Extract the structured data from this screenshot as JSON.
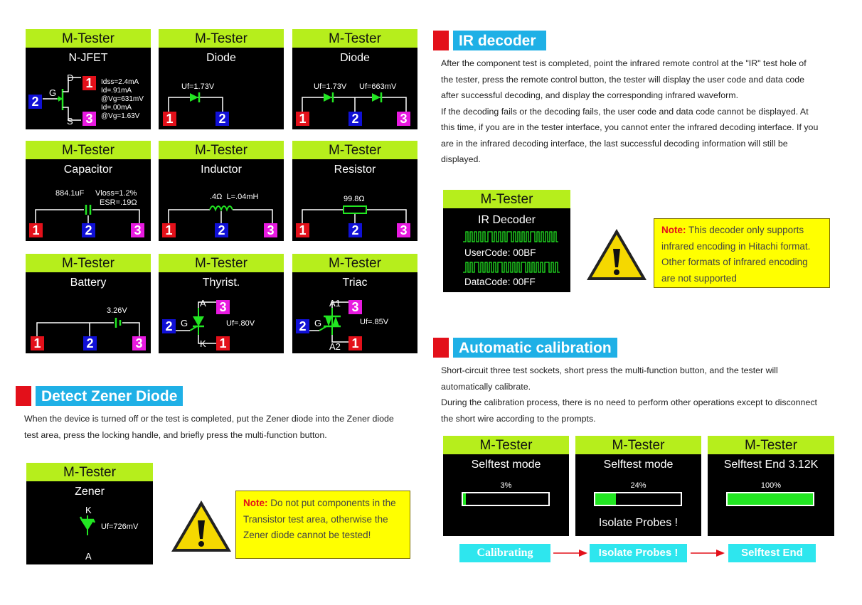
{
  "screen_header": "M-Tester",
  "pins": {
    "one": "1",
    "two": "2",
    "three": "3"
  },
  "screens": {
    "njfet": {
      "title": "N-JFET",
      "d": "D",
      "g": "G",
      "s": "S",
      "idss": "Idss=2.4mA",
      "id1": "Id=.91mA",
      "vg1": "@Vg=631mV",
      "id2": "Id=.00mA",
      "vg2": "@Vg=1.63V"
    },
    "diode1": {
      "title": "Diode",
      "uf": "Uf=1.73V"
    },
    "diode2": {
      "title": "Diode",
      "uf1": "Uf=1.73V",
      "uf2": "Uf=663mV"
    },
    "capacitor": {
      "title": "Capacitor",
      "value": "884.1uF",
      "vloss": "Vloss=1.2%",
      "esr": "ESR=.19Ω"
    },
    "inductor": {
      "title": "Inductor",
      "value": ".4Ω  L=.04mH"
    },
    "resistor": {
      "title": "Resistor",
      "value": "99.8Ω"
    },
    "battery": {
      "title": "Battery",
      "value": "3.26V"
    },
    "thyristor": {
      "title": "Thyrist.",
      "a": "A",
      "g": "G",
      "k": "K",
      "uf": "Uf=.80V"
    },
    "triac": {
      "title": "Triac",
      "a1": "A1",
      "g": "G",
      "a2": "A2",
      "uf": "Uf=.85V"
    },
    "zener": {
      "title": "Zener",
      "k": "K",
      "a": "A",
      "uf": "Uf=726mV"
    },
    "ir": {
      "title": "IR Decoder",
      "usercode": "UserCode: 00BF",
      "datacode": "DataCode: 00FF"
    },
    "self1": {
      "title": "Selftest mode",
      "pct": "3%",
      "progress": 0.03
    },
    "self2": {
      "title": "Selftest mode",
      "pct": "24%",
      "progress": 0.24,
      "msg": "Isolate Probes !"
    },
    "self3": {
      "title": "Selftest End 3.12K",
      "pct": "100%",
      "progress": 1.0
    }
  },
  "zener_section": {
    "heading": "Detect Zener Diode",
    "line1": "When the device is turned off or the test is completed, put the Zener diode into the Zener diode",
    "line2": "test area, press the locking handle, and briefly press the multi-function button.",
    "note_label": "Note:",
    "note_l1": " Do not put components in the",
    "note_l2": "Transistor test area, otherwise the",
    "note_l3": "Zener diode cannot be tested!"
  },
  "ir_section": {
    "heading": "IR decoder",
    "lines": [
      "After the component test is completed, point the infrared remote control at the \"IR\" test hole of",
      "the tester, press the remote control button, the tester will display the user code and data code",
      "after successful decoding, and display the corresponding infrared waveform.",
      "If the decoding fails or the decoding fails, the user code and data code cannot be displayed. At",
      "this time, if you are in the tester interface, you cannot enter the infrared decoding interface. If you",
      "are in the infrared decoding interface, the last successful decoding information will still be",
      "displayed."
    ],
    "note_label": "Note:",
    "note_l1": " This decoder only supports",
    "note_l2": "infrared encoding in Hitachi format.",
    "note_l3": "Other formats of infrared encoding",
    "note_l4": "are not supported"
  },
  "calib_section": {
    "heading": "Automatic calibration",
    "lines": [
      "Short-circuit three test sockets, short press the multi-function button, and the tester will",
      "automatically calibrate.",
      "During the calibration process, there is no need to perform other operations except to disconnect",
      "the short wire according to the prompts."
    ],
    "flow": [
      "Calibrating",
      "Isolate Probes !",
      "Selftest End"
    ]
  },
  "colors": {
    "header_green": "#b6ee1c",
    "pin1": "#e3101a",
    "pin2": "#1010d6",
    "pin3": "#e81ae0",
    "section_blue": "#1fb0e6",
    "note_yellow": "#ffff00",
    "flow_cyan": "#2ee6ee",
    "trace_green": "#22e622"
  },
  "icons": {
    "warning": "warning-triangle-icon"
  }
}
